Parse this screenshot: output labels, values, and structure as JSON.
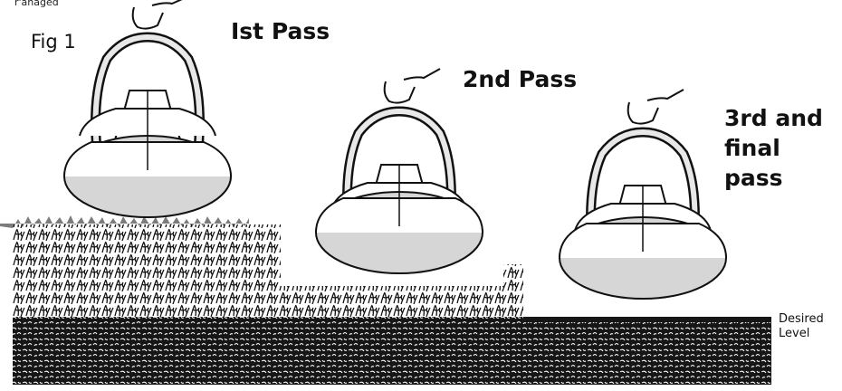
{
  "header": {
    "top_note": "r'anaged"
  },
  "figure": {
    "label": "Fig 1",
    "passes": [
      {
        "label": "Ist Pass"
      },
      {
        "label": "2nd Pass"
      },
      {
        "label": "3rd and final pass"
      }
    ],
    "level_label": "Desired Level"
  },
  "colors": {
    "ink": "#111111",
    "fill": "#d6d6d6",
    "ground": "#1a1a1a"
  }
}
